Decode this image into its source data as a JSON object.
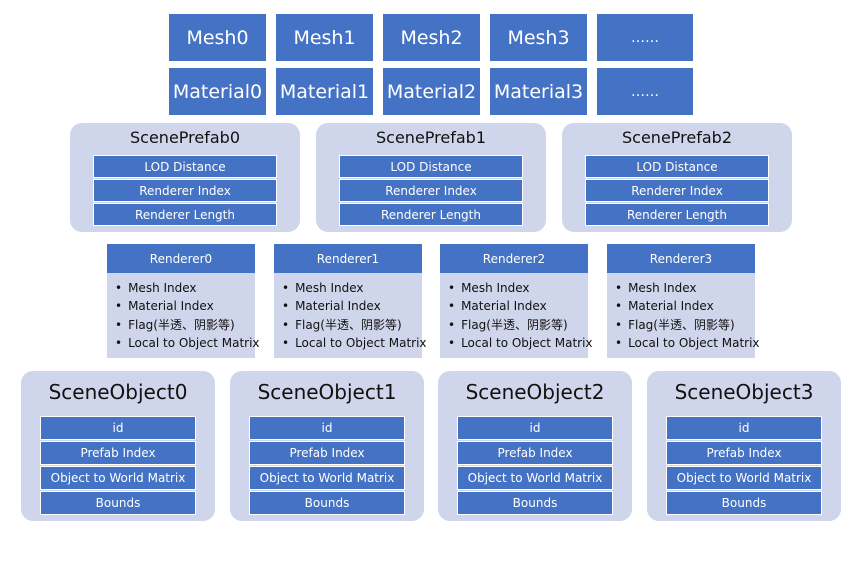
{
  "meshes": [
    "Mesh0",
    "Mesh1",
    "Mesh2",
    "Mesh3",
    "……"
  ],
  "materials": [
    "Material0",
    "Material1",
    "Material2",
    "Material3",
    "……"
  ],
  "scene_prefabs": [
    {
      "title": "ScenePrefab0",
      "fields": [
        "LOD Distance",
        "Renderer Index",
        "Renderer Length"
      ]
    },
    {
      "title": "ScenePrefab1",
      "fields": [
        "LOD Distance",
        "Renderer Index",
        "Renderer Length"
      ]
    },
    {
      "title": "ScenePrefab2",
      "fields": [
        "LOD Distance",
        "Renderer Index",
        "Renderer Length"
      ]
    }
  ],
  "renderers": [
    {
      "title": "Renderer0",
      "items": [
        "Mesh Index",
        "Material Index",
        "Flag(半透、阴影等)",
        "Local to Object Matrix"
      ]
    },
    {
      "title": "Renderer1",
      "items": [
        "Mesh Index",
        "Material Index",
        "Flag(半透、阴影等)",
        "Local to Object Matrix"
      ]
    },
    {
      "title": "Renderer2",
      "items": [
        "Mesh Index",
        "Material Index",
        "Flag(半透、阴影等)",
        "Local to Object Matrix"
      ]
    },
    {
      "title": "Renderer3",
      "items": [
        "Mesh Index",
        "Material Index",
        "Flag(半透、阴影等)",
        "Local to Object Matrix"
      ]
    }
  ],
  "scene_objects": [
    {
      "title": "SceneObject0",
      "fields": [
        "id",
        "Prefab Index",
        "Object to World Matrix",
        "Bounds"
      ]
    },
    {
      "title": "SceneObject1",
      "fields": [
        "id",
        "Prefab Index",
        "Object to World Matrix",
        "Bounds"
      ]
    },
    {
      "title": "SceneObject2",
      "fields": [
        "id",
        "Prefab Index",
        "Object to World Matrix",
        "Bounds"
      ]
    },
    {
      "title": "SceneObject3",
      "fields": [
        "id",
        "Prefab Index",
        "Object to World Matrix",
        "Bounds"
      ]
    }
  ],
  "colors": {
    "box_fill": "#4472C4",
    "panel_fill": "#CFD5EA",
    "text_on_box": "#FFFFFF"
  }
}
